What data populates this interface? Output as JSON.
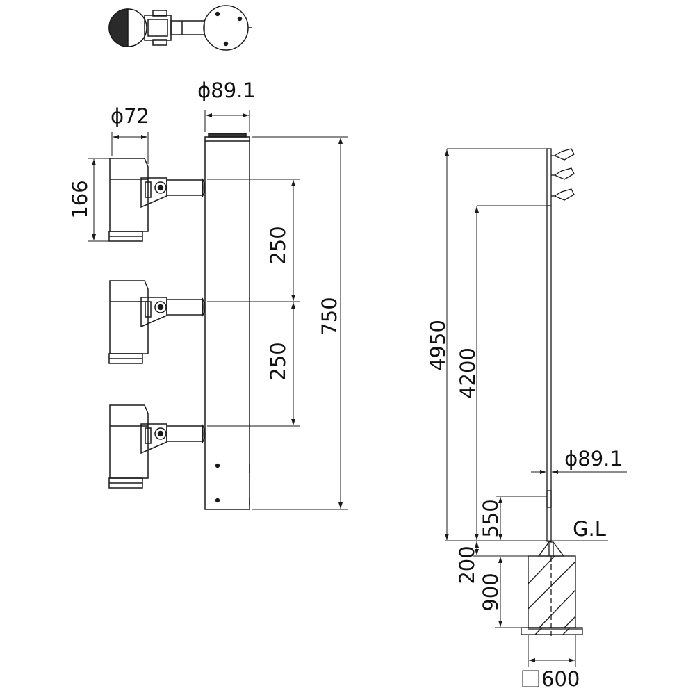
{
  "dimensions": {
    "pole_diameter_detail": "ϕ89.1",
    "luminaire_diameter": "ϕ72",
    "luminaire_height": "166",
    "spacing_upper": "250",
    "spacing_lower": "250",
    "bracket_overall": "750",
    "overall_height": "4950",
    "mounting_height": "4200",
    "pole_diameter": "ϕ89.1",
    "handhole_height": "550",
    "ground_line": "G.L",
    "embed_depth": "200",
    "foundation_depth": "900",
    "foundation_size": "600"
  }
}
